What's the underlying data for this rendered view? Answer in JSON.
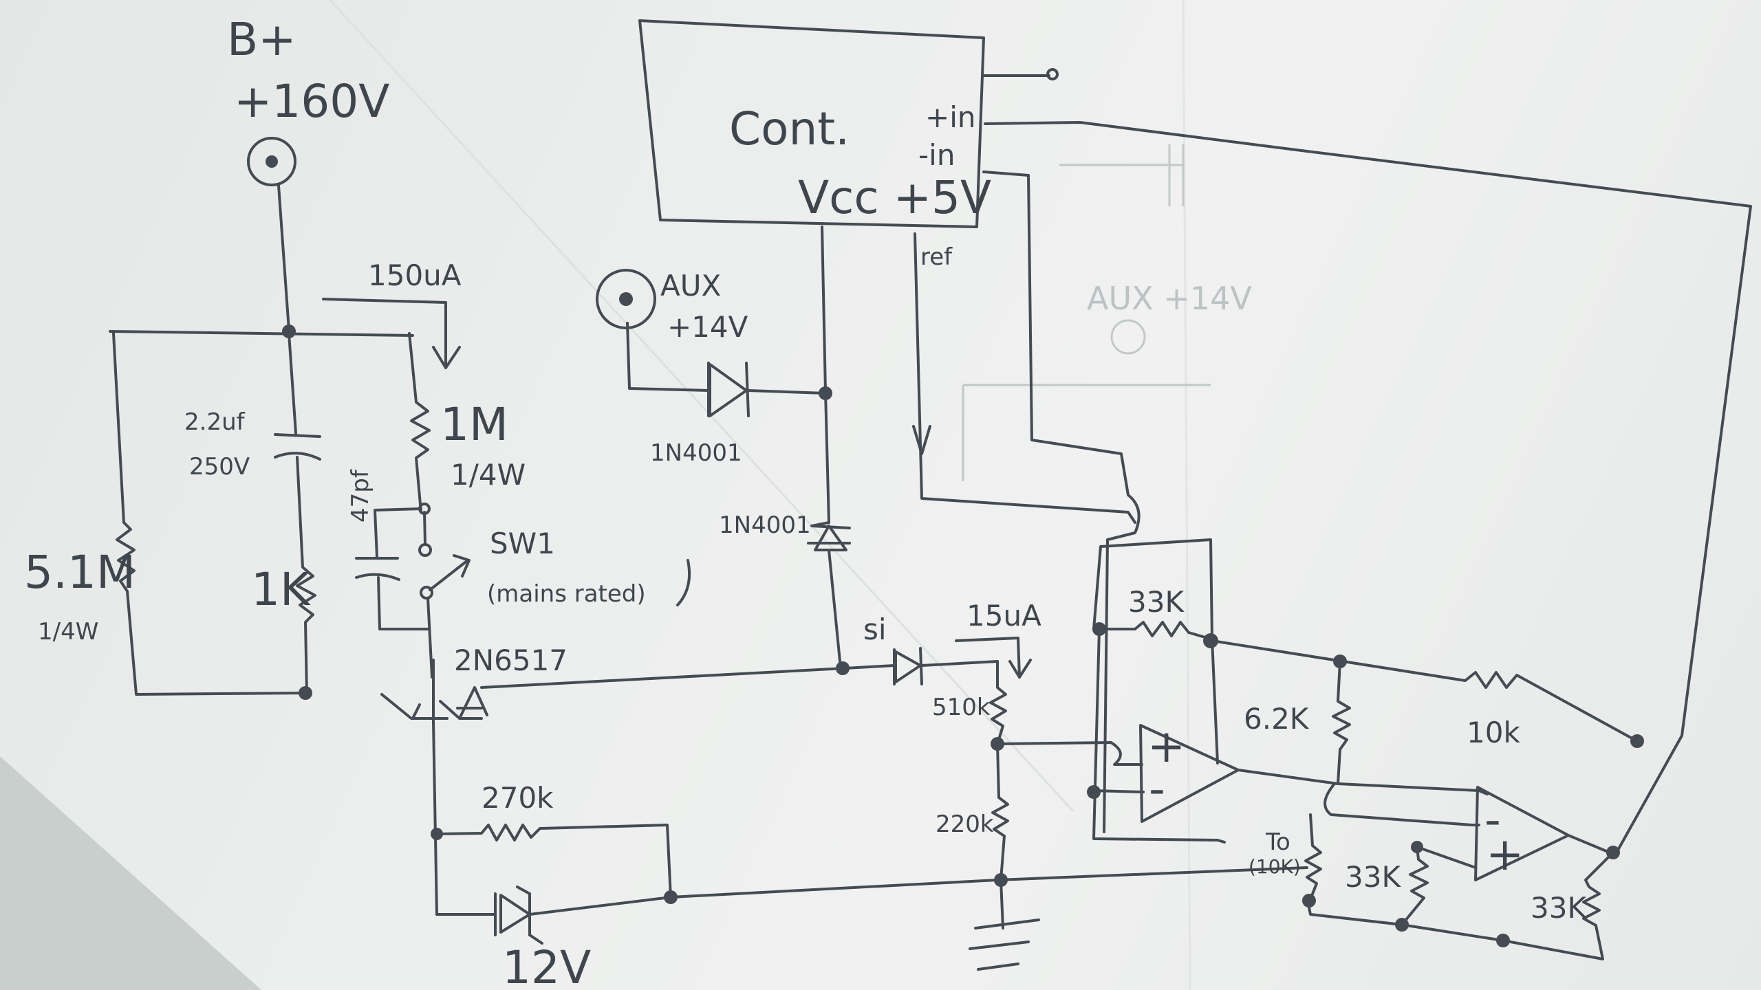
{
  "labels": {
    "bplus": "B+",
    "v160": "+160V",
    "i150": "150uA",
    "cap22_a": "2.2uf",
    "cap22_b": "250V",
    "r1m": "1M",
    "r1m_w": "1/4W",
    "cap47": "47pf",
    "sw_label": "SW1",
    "sw_rating": "(mains rated)",
    "r51m": "5.1M",
    "r51m_w": "1/4W",
    "r1k": "1K",
    "transistor": "2N6517",
    "r270k": "270k",
    "zener": "12V",
    "cont": "Cont.",
    "pin_plus": "+in",
    "pin_minus": "-in",
    "vcc": "Vcc +5V",
    "ref": "ref",
    "aux_a": "AUX",
    "aux_b": "+14V",
    "d1n4001_a": "1N4001",
    "d1n4001_b": "1N4001",
    "si": "si",
    "i15": "15uA",
    "r510k": "510k",
    "r220k": "220k",
    "r33k_top": "33K",
    "r62k": "6.2K",
    "r10k": "10k",
    "r_trim_a": "To",
    "r_trim_b": "(10K)",
    "r33k_mid": "33K",
    "r33k_right": "33K",
    "op_plus": "+",
    "op_minus": "-",
    "ghost_aux": "AUX +14V"
  }
}
